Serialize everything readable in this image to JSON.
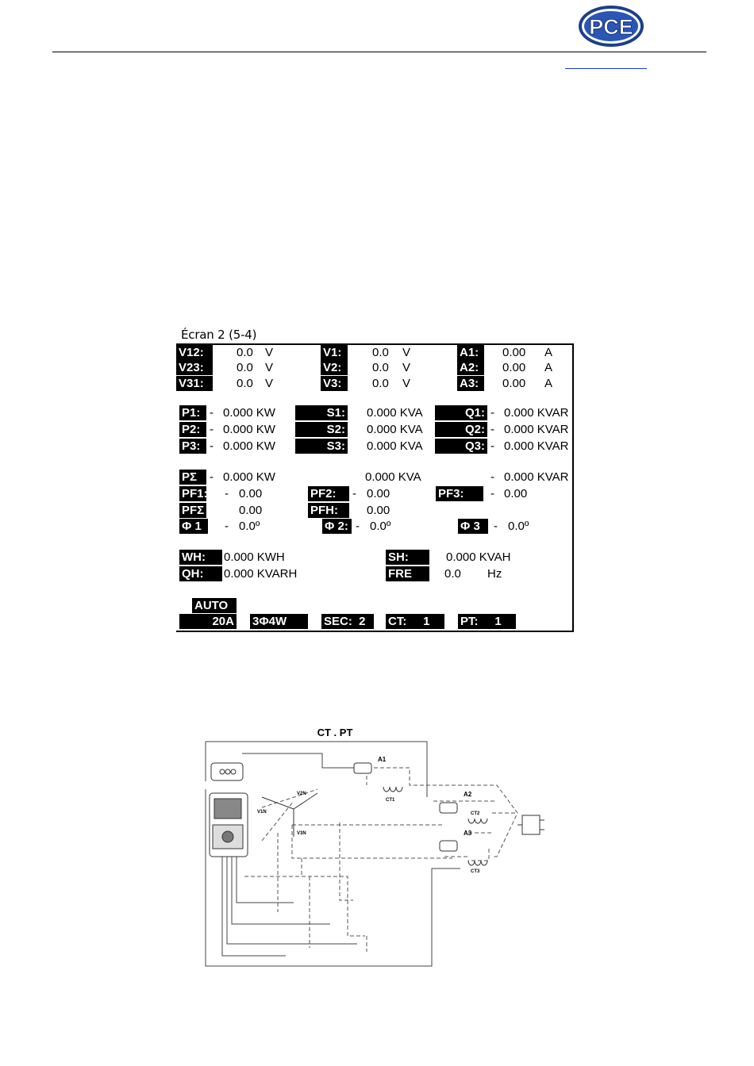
{
  "header": {
    "logo_text": "PCE"
  },
  "screen": {
    "caption": "Écran 2 (5-4)",
    "rows": {
      "v12": {
        "label": "V12:",
        "value": "0.0",
        "unit": "V"
      },
      "v23": {
        "label": "V23:",
        "value": "0.0",
        "unit": "V"
      },
      "v31": {
        "label": "V31:",
        "value": "0.0",
        "unit": "V"
      },
      "v1": {
        "label": "V1:",
        "value": "0.0",
        "unit": "V"
      },
      "v2": {
        "label": "V2:",
        "value": "0.0",
        "unit": "V"
      },
      "v3": {
        "label": "V3:",
        "value": "0.0",
        "unit": "V"
      },
      "a1": {
        "label": "A1:",
        "value": "0.00",
        "unit": "A"
      },
      "a2": {
        "label": "A2:",
        "value": "0.00",
        "unit": "A"
      },
      "a3": {
        "label": "A3:",
        "value": "0.00",
        "unit": "A"
      },
      "p1": {
        "label": "P1:",
        "sign": "-",
        "value": "0.000 KW"
      },
      "p2": {
        "label": "P2:",
        "sign": "-",
        "value": "0.000 KW"
      },
      "p3": {
        "label": "P3:",
        "sign": "-",
        "value": "0.000 KW"
      },
      "s1": {
        "label": "S1:",
        "value": "0.000 KVA"
      },
      "s2": {
        "label": "S2:",
        "value": "0.000 KVA"
      },
      "s3": {
        "label": "S3:",
        "value": "0.000 KVA"
      },
      "q1": {
        "label": "Q1:",
        "sign": "-",
        "value": "0.000 KVAR"
      },
      "q2": {
        "label": "Q2:",
        "sign": "-",
        "value": "0.000 KVAR"
      },
      "q3": {
        "label": "Q3:",
        "sign": "-",
        "value": "0.000 KVAR"
      },
      "psum": {
        "label": "PΣ",
        "sign": "-",
        "value": "0.000 KW"
      },
      "ssum": {
        "value": "0.000 KVA"
      },
      "qsum": {
        "sign": "-",
        "value": "0.000 KVAR"
      },
      "pf1": {
        "label": "PF1:",
        "sign": "-",
        "value": "0.00"
      },
      "pf2": {
        "label": "PF2:",
        "sign": "-",
        "value": "0.00"
      },
      "pf3": {
        "label": "PF3:",
        "sign": "-",
        "value": "0.00"
      },
      "pfsum": {
        "label": "PFΣ",
        "value": "0.00"
      },
      "pfh": {
        "label": "PFH:",
        "value": "0.00"
      },
      "phi1": {
        "label": "Φ 1",
        "sign": "-",
        "value": "0.0º"
      },
      "phi2": {
        "label": "Φ 2:",
        "sign": "-",
        "value": "0.0º"
      },
      "phi3": {
        "label": "Φ 3",
        "sign": "-",
        "value": "0.0º"
      },
      "wh": {
        "label": "WH:",
        "value": "0.000 KWH"
      },
      "qh": {
        "label": "QH:",
        "value": "0.000 KVARH"
      },
      "sh": {
        "label": "SH:",
        "value": "0.000 KVAH"
      },
      "fre": {
        "label": "FRE",
        "value": "0.0",
        "unit": "Hz"
      }
    },
    "status": {
      "auto": "AUTO",
      "range": "20A",
      "wiring": "3Φ4W",
      "sec": "SEC:  2",
      "ct": "CT:     1",
      "pt": "PT:     1"
    }
  },
  "diagram": {
    "title": "CT . PT",
    "labels": {
      "a1": "A1",
      "a2": "A2",
      "a3": "A3",
      "ct1": "CT1",
      "ct2": "CT2",
      "ct3": "CT3",
      "v1n": "V1N",
      "v2n": "V2N",
      "v3n": "V3N"
    }
  }
}
